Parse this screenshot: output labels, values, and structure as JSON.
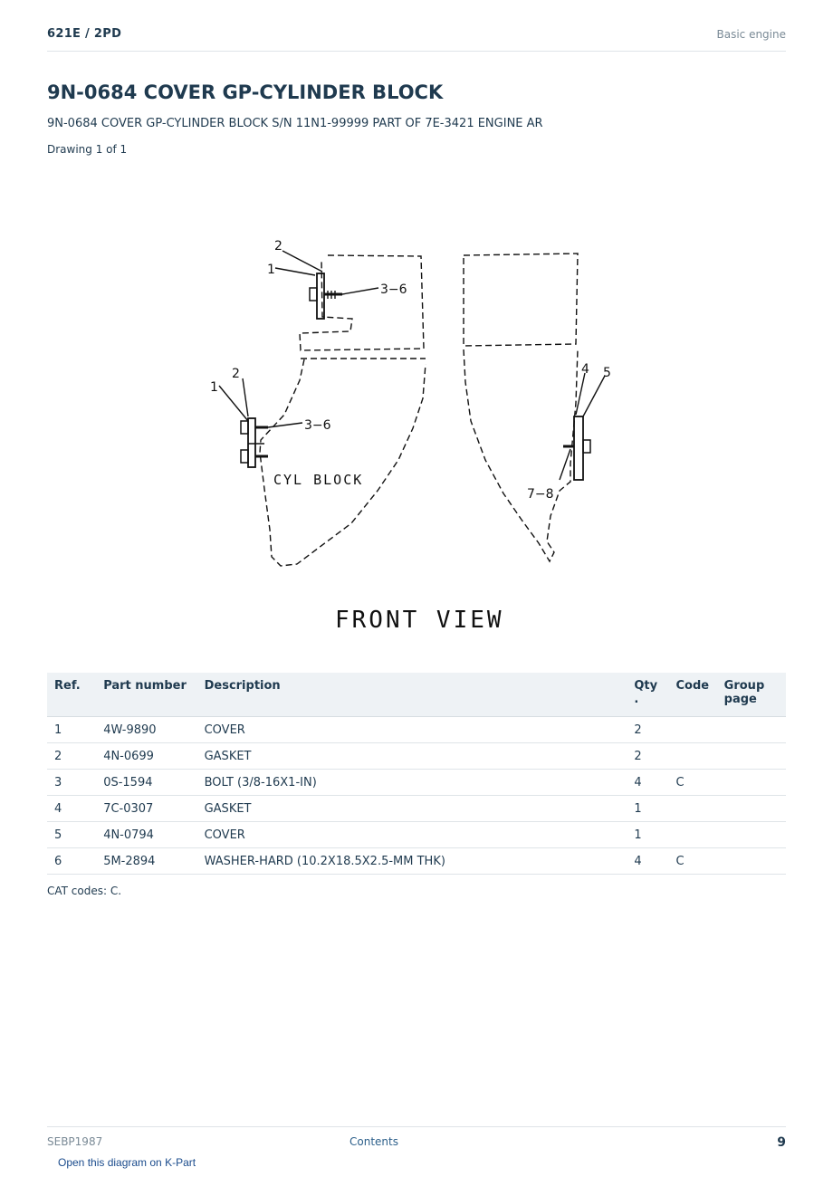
{
  "header": {
    "model_path": "621E  /  2PD",
    "section": "Basic engine"
  },
  "document": {
    "title": "9N-0684 COVER GP-CYLINDER BLOCK",
    "subtitle": "9N-0684 COVER GP-CYLINDER BLOCK S/N 11N1-99999 PART OF 7E-3421 ENGINE AR",
    "drawing_count": "Drawing 1 of 1"
  },
  "diagram": {
    "callouts": {
      "l_top_2": "2",
      "l_top_1": "1",
      "l_top_36": "3−6",
      "l_bot_2": "2",
      "l_bot_1": "1",
      "l_bot_36": "3−6",
      "r_4": "4",
      "r_5": "5",
      "r_78": "7−8"
    },
    "block_label": "CYL  BLOCK",
    "view_label": "FRONT  VIEW"
  },
  "table": {
    "headers": {
      "ref": "Ref.",
      "part_number": "Part number",
      "description": "Description",
      "qty": "Qty .",
      "code": "Code",
      "group_page": "Group page"
    },
    "rows": [
      {
        "ref": "1",
        "part_number": "4W-9890",
        "description": "COVER",
        "qty": "2",
        "code": "",
        "group_page": ""
      },
      {
        "ref": "2",
        "part_number": "4N-0699",
        "description": "GASKET",
        "qty": "2",
        "code": "",
        "group_page": ""
      },
      {
        "ref": "3",
        "part_number": "0S-1594",
        "description": "BOLT (3/8-16X1-IN)",
        "qty": "4",
        "code": "C",
        "group_page": ""
      },
      {
        "ref": "4",
        "part_number": "7C-0307",
        "description": "GASKET",
        "qty": "1",
        "code": "",
        "group_page": ""
      },
      {
        "ref": "5",
        "part_number": "4N-0794",
        "description": "COVER",
        "qty": "1",
        "code": "",
        "group_page": ""
      },
      {
        "ref": "6",
        "part_number": "5M-2894",
        "description": "WASHER-HARD (10.2X18.5X2.5-MM THK)",
        "qty": "4",
        "code": "C",
        "group_page": ""
      }
    ]
  },
  "cat_codes": "CAT codes: C.",
  "footer": {
    "doc_code": "SEBP1987",
    "contents_link": "Contents",
    "page_number": "9",
    "kpart_link": "Open this diagram on K-Part"
  }
}
